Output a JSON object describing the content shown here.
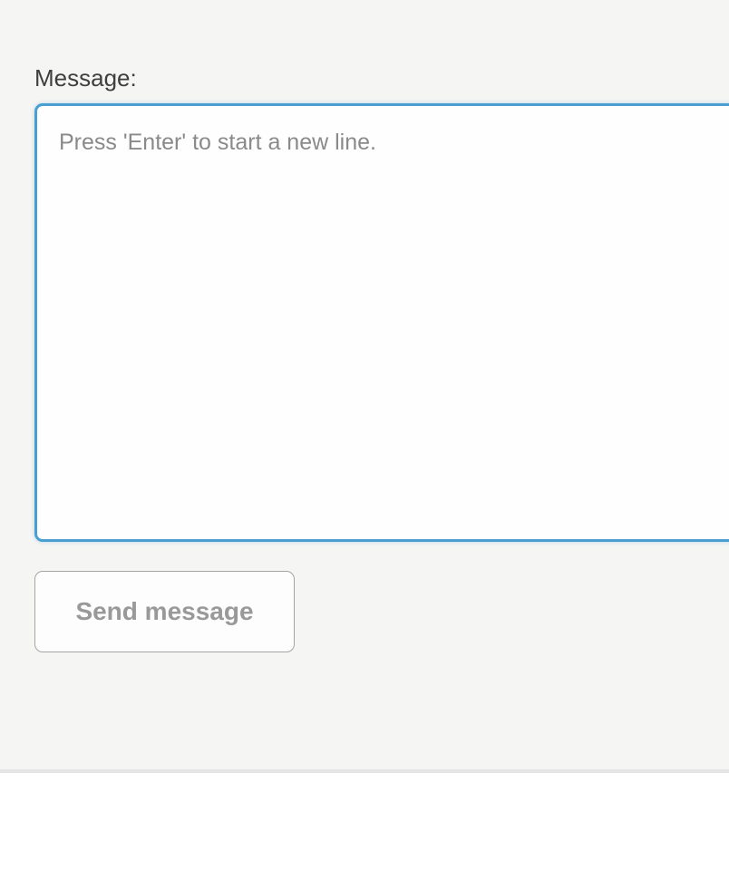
{
  "form": {
    "label": "Message:",
    "textarea": {
      "value": "",
      "placeholder": "Press 'Enter' to start a new line."
    },
    "send_button_label": "Send message"
  },
  "colors": {
    "page_bg": "#f5f5f4",
    "focus_border_blue": "#4a9fd1",
    "label_text": "#3f3f3f",
    "placeholder_text": "#8a8a8a",
    "button_text": "#999999",
    "button_border": "#a5a5a5",
    "divider": "#e5e5e5",
    "lower_bg": "#ffffff"
  }
}
